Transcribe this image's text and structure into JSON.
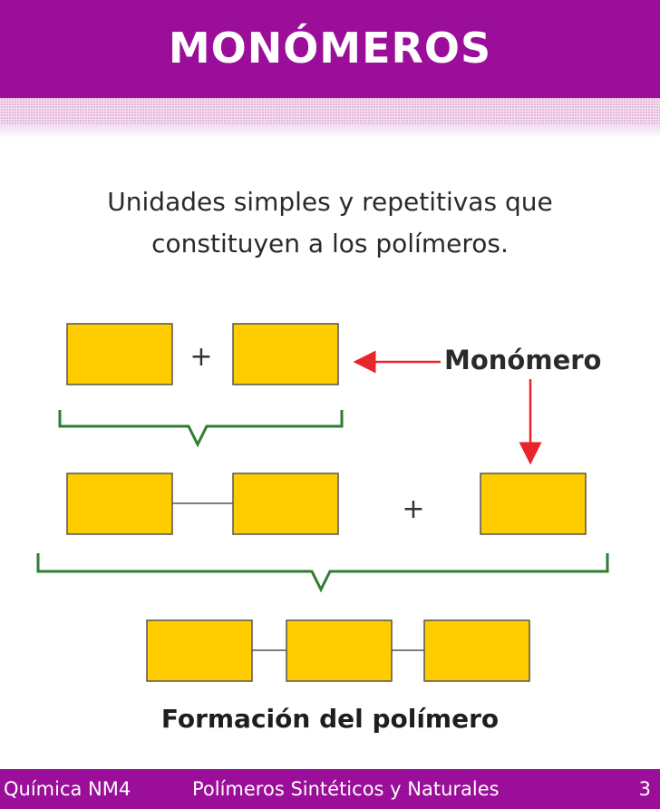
{
  "header": {
    "title": "MONÓMEROS"
  },
  "definition": {
    "line1": "Unidades simples y repetitivas que",
    "line2": "constituyen a los polímeros."
  },
  "diagram": {
    "plus_sign": "+",
    "monomer_label": "Monómero",
    "polymer_caption": "Formación del polímero",
    "colors": {
      "box_fill": "#ffcc00",
      "box_stroke": "#555555",
      "arrow": "#e8262a",
      "bracket": "#2e7d32"
    }
  },
  "footer": {
    "course": "Química NM4",
    "topic": "Polímeros Sintéticos y Naturales",
    "page": "3"
  }
}
